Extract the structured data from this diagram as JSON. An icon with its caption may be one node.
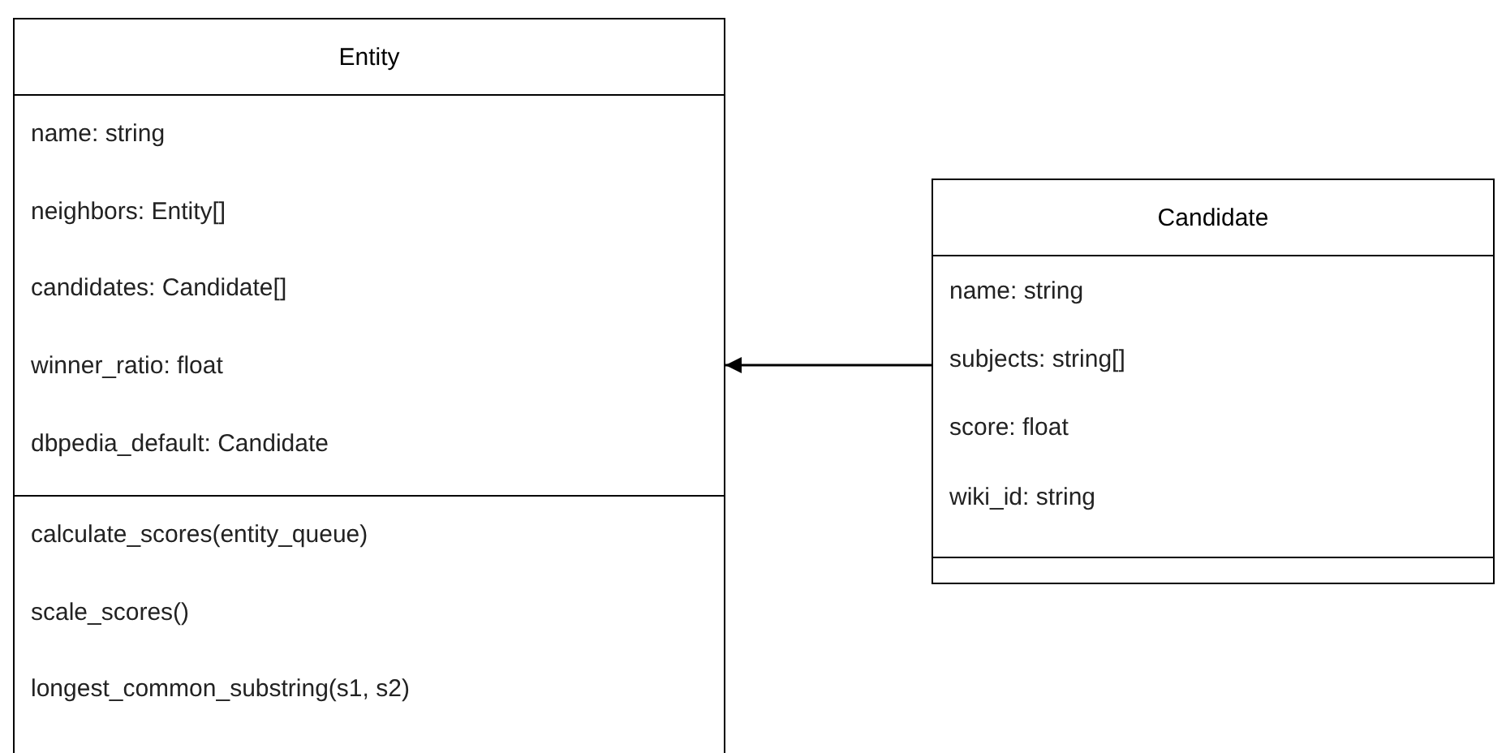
{
  "diagram": {
    "nodes": [
      {
        "text": [
          "Entity",
          "name: string",
          "neighbors: Entity[]",
          "candidates: Candidate[]",
          "winner_ratio: float",
          "dbpedia_default: Candidate",
          "calculate_scores(entity_queue)",
          "scale_scores()",
          "longest_common_substring(s1, s2)"
        ]
      },
      {
        "text": [
          "Candidate",
          "name: string",
          "subjects: string[]",
          "score: float",
          "wiki_id: string"
        ]
      }
    ],
    "edges": [
      {
        "from": 1,
        "to": 0,
        "arrow": "to"
      }
    ]
  }
}
